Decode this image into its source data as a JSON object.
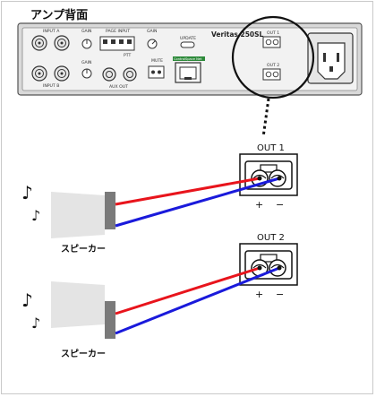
{
  "title": "アンプ背面",
  "amp": {
    "model": "Veritas 250SL",
    "labels": {
      "input_a": "INPUT A",
      "input_b": "INPUT B",
      "gain": "GAIN",
      "page_input": "PAGE INPUT",
      "ptt": "PTT",
      "aux_out": "AUX OUT",
      "mute": "MUTE",
      "update": "UPDATE",
      "network": "ControlSpace Net",
      "out1": "OUT 1",
      "out2": "OUT 2"
    }
  },
  "outputs": [
    {
      "label": "OUT 1",
      "plus": "+",
      "minus": "−"
    },
    {
      "label": "OUT 2",
      "plus": "+",
      "minus": "−"
    }
  ],
  "speakers": [
    {
      "label": "スピーカー"
    },
    {
      "label": "スピーカー"
    }
  ],
  "note_symbol": "♪",
  "colors": {
    "positive_wire": "#e8141c",
    "negative_wire": "#1a1adb"
  }
}
